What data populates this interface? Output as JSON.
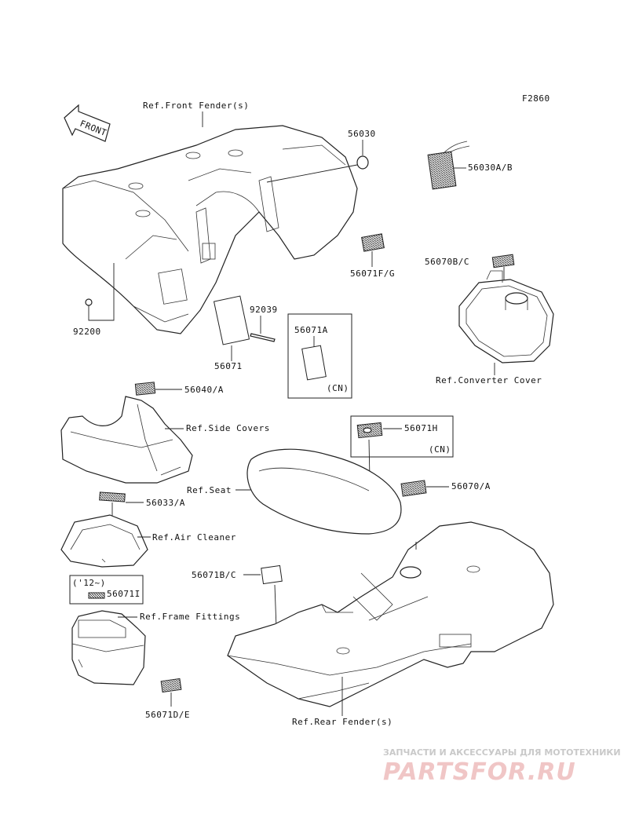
{
  "figure_code": "F2860",
  "front_arrow_label": "FRONT",
  "labels": {
    "ref_front_fender": "Ref.Front Fender(s)",
    "p56030": "56030",
    "p56030ab": "56030A/B",
    "p56071fg": "56071F/G",
    "p56070bc": "56070B/C",
    "ref_converter_cover": "Ref.Converter Cover",
    "p92200": "92200",
    "p92039": "92039",
    "p56071": "56071",
    "p56071a": "56071A",
    "cn1": "(CN)",
    "p56040a": "56040/A",
    "ref_side_covers": "Ref.Side Covers",
    "p56071h": "56071H",
    "cn2": "(CN)",
    "ref_seat": "Ref.Seat",
    "p56070a": "56070/A",
    "p56033a": "56033/A",
    "ref_air_cleaner": "Ref.Air Cleaner",
    "p56071bc": "56071B/C",
    "year12": "('12~)",
    "p56071i": "56071I",
    "ref_frame_fittings": "Ref.Frame Fittings",
    "p56071de": "56071D/E",
    "ref_rear_fender": "Ref.Rear Fender(s)"
  },
  "watermark": {
    "tagline": "ЗАПЧАСТИ И АКСЕССУАРЫ ДЛЯ МОТОТЕХНИКИ",
    "brand": "PARTSFOR.RU"
  }
}
